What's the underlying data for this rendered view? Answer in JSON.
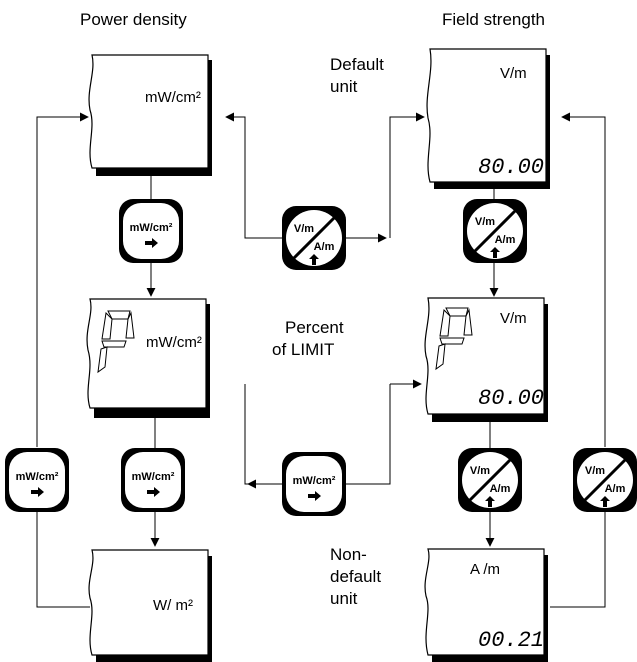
{
  "headers": {
    "power_density": "Power density",
    "field_strength": "Field strength"
  },
  "labels": {
    "default_unit": [
      "Default",
      "unit"
    ],
    "percent_of_limit": [
      "Percent",
      "of LIMIT"
    ],
    "non_default_unit": [
      "Non-",
      "default",
      "unit"
    ]
  },
  "displays": {
    "pd_top_unit": "mW/cm²",
    "pd_mid_unit": "mW/cm²",
    "pd_bot_unit": "W/ m²",
    "fs_top_unit": "V/m",
    "fs_top_value": "80.00",
    "fs_mid_unit": "V/m",
    "fs_mid_value": "80.00",
    "fs_bot_unit": "A  /m",
    "fs_bot_value": "00.21"
  },
  "buttons": {
    "mw_label": "mW/cm²",
    "vm_label_top": "V/m",
    "vm_label_bottom": "A/m"
  },
  "colors": {
    "ink": "#000000",
    "paper": "#ffffff"
  }
}
